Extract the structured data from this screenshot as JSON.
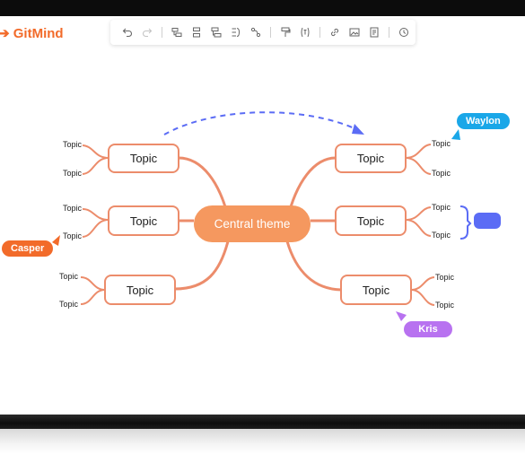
{
  "app": {
    "name": "GitMind",
    "brand_color": "#f26b2a"
  },
  "toolbar": {
    "icons": [
      "undo-icon",
      "redo-icon",
      "add-subtopic-icon",
      "add-sibling-topic-icon",
      "add-parent-topic-icon",
      "summary-icon",
      "relationship-icon",
      "format-painter-icon",
      "formula-icon",
      "link-icon",
      "image-icon",
      "note-icon",
      "time-icon"
    ]
  },
  "mindmap": {
    "central_topic": "Central theme",
    "central_color": "#f5985f",
    "branch_color": "#ec8c6b",
    "topics": {
      "left_top": "Topic",
      "left_middle": "Topic",
      "left_bottom": "Topic",
      "right_top": "Topic",
      "right_middle": "Topic",
      "right_bottom": "Topic"
    },
    "subtopics": {
      "left_top": [
        "Topic",
        "Topic"
      ],
      "left_middle": [
        "Topic",
        "Topic"
      ],
      "left_bottom": [
        "Topic",
        "Topic"
      ],
      "right_top": [
        "Topic",
        "Topic"
      ],
      "right_middle": [
        "Topic",
        "Topic"
      ],
      "right_bottom": [
        "Topic",
        "Topic"
      ]
    }
  },
  "collaborators": [
    {
      "name": "Waylon",
      "color": "#1aa7e8"
    },
    {
      "name": "Casper",
      "color": "#f26b2a"
    },
    {
      "name": "Kris",
      "color": "#b872f0"
    }
  ],
  "summary_color": "#5b6cf5",
  "relationship_color": "#5b6cf5"
}
